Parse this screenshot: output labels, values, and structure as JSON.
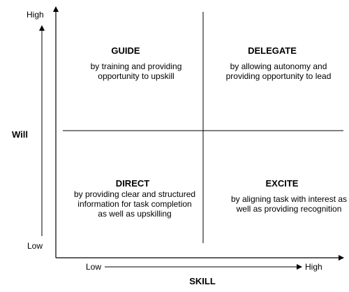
{
  "y_axis": {
    "label": "Will",
    "high": "High",
    "low": "Low"
  },
  "x_axis": {
    "label": "SKILL",
    "low": "Low",
    "high": "High"
  },
  "quadrants": {
    "guide": {
      "title": "GUIDE",
      "lines": [
        "by training and providing",
        "opportunity to upskill"
      ]
    },
    "delegate": {
      "title": "DELEGATE",
      "lines": [
        "by allowing autonomy and",
        "providing opportunity to lead"
      ]
    },
    "direct": {
      "title": "DIRECT",
      "lines": [
        "by providing clear and structured",
        "information for task completion",
        "as well as upskilling"
      ]
    },
    "excite": {
      "title": "EXCITE",
      "lines": [
        "by aligning task with interest as",
        "well as providing recognition"
      ]
    }
  }
}
